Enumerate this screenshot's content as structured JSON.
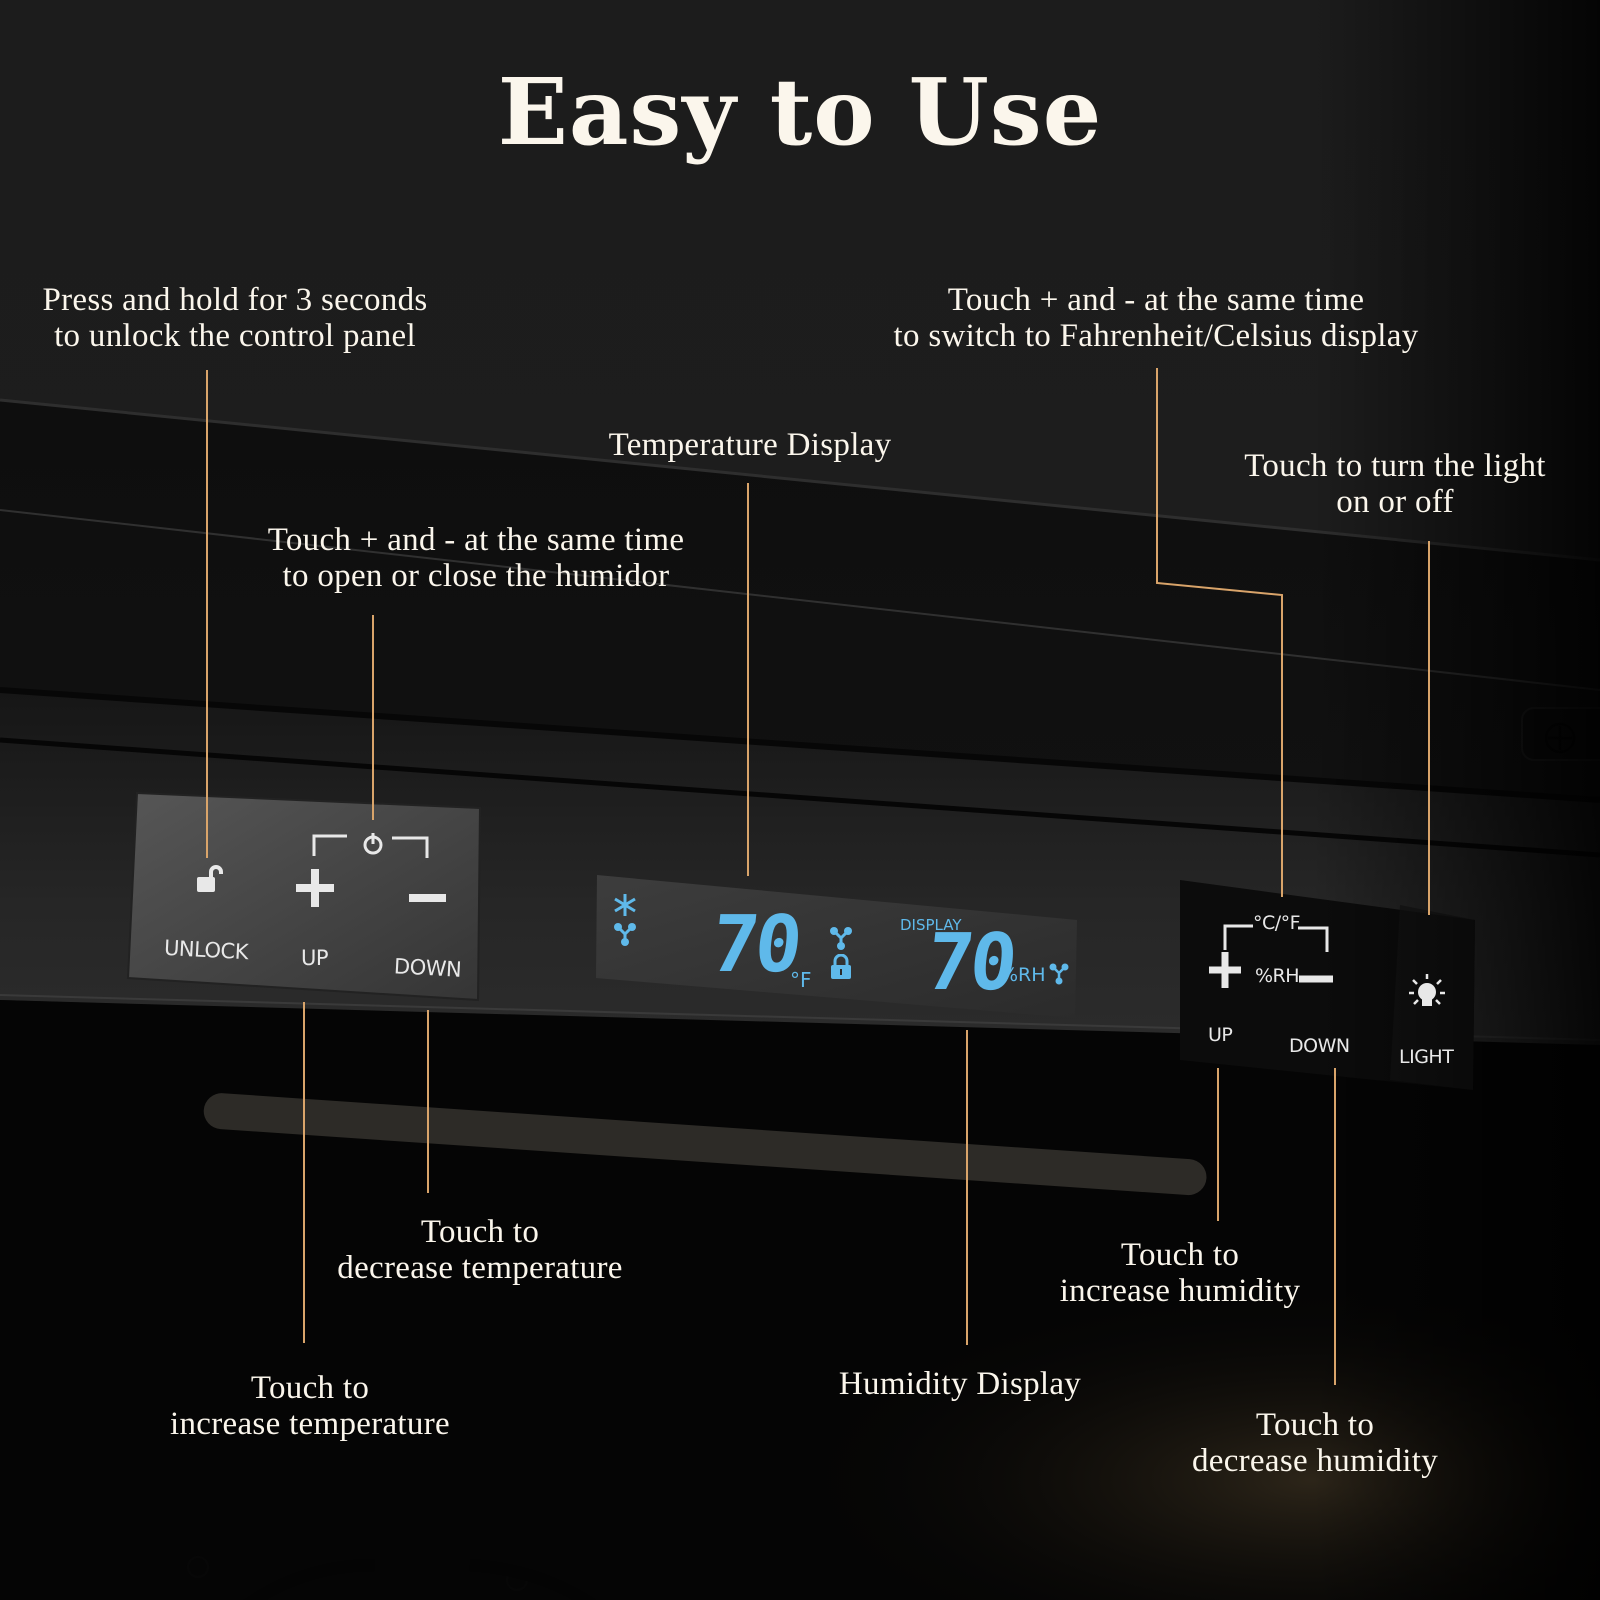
{
  "title": "Easy to Use",
  "colors": {
    "background": "#1b1b1b",
    "leader_line": "#d9a46a",
    "text": "#fbf6ec",
    "lcd_blue": "#5fb9ea",
    "panel_label": "#e8e8e8"
  },
  "callouts": {
    "unlock": {
      "line1": "Press and hold for 3 seconds",
      "line2": "to unlock the control panel"
    },
    "power": {
      "line1": "Touch + and - at the same time",
      "line2": "to open or close the humidor"
    },
    "temperature_display": {
      "line1": "Temperature Display"
    },
    "unit_switch": {
      "line1": "Touch + and - at the same time",
      "line2": "to switch to Fahrenheit/Celsius display"
    },
    "light": {
      "line1": "Touch to turn the light",
      "line2": "on or off"
    },
    "temp_down": {
      "line1": "Touch to",
      "line2": "decrease temperature"
    },
    "temp_up": {
      "line1": "Touch to",
      "line2": "increase temperature"
    },
    "humidity_display": {
      "line1": "Humidity Display"
    },
    "humidity_up": {
      "line1": "Touch to",
      "line2": "increase humidity"
    },
    "humidity_down": {
      "line1": "Touch to",
      "line2": "decrease humidity"
    }
  },
  "panel": {
    "left": {
      "unlock_label": "UNLOCK",
      "up_label": "UP",
      "down_label": "DOWN",
      "icons": [
        "unlock-icon",
        "plus-icon",
        "power-icon",
        "minus-icon"
      ]
    },
    "display": {
      "temperature_value": "70",
      "temperature_unit": "°F",
      "display_label": "DISPLAY",
      "humidity_value": "70",
      "humidity_unit": "%RH",
      "icons": [
        "snowflake-icon",
        "fan-icon",
        "fan-icon",
        "lock-icon",
        "fan-icon"
      ]
    },
    "right": {
      "unit_toggle_label": "°C/°F",
      "rh_label": "%RH",
      "up_label": "UP",
      "down_label": "DOWN",
      "light_label": "LIGHT",
      "icons": [
        "plus-icon",
        "minus-icon",
        "light-bulb-icon"
      ]
    }
  }
}
